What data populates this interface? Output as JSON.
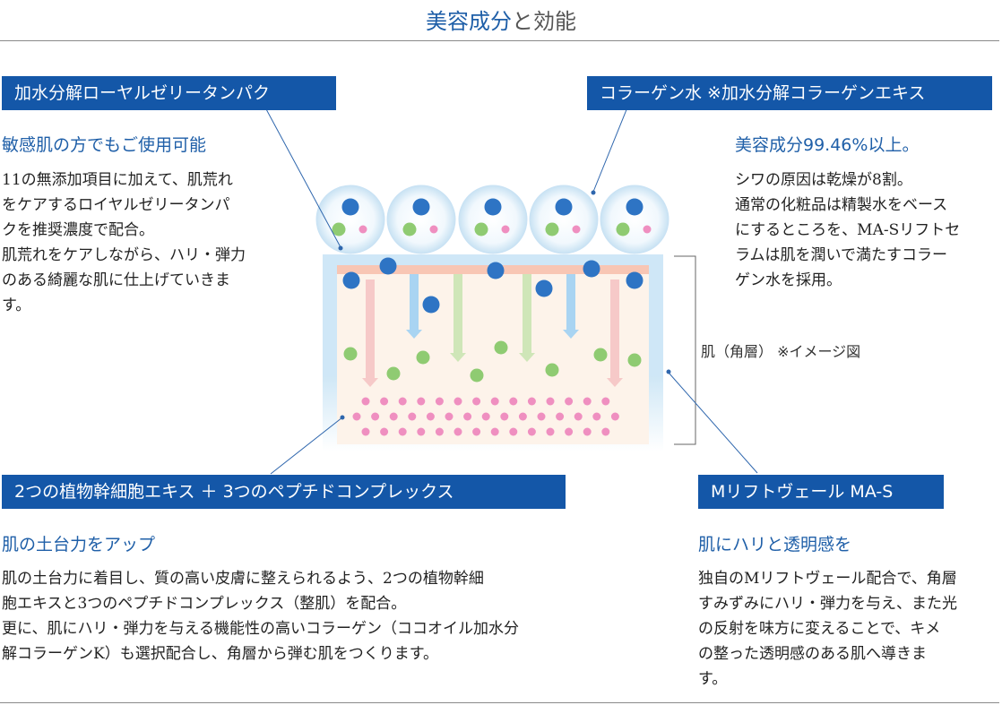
{
  "title": {
    "accent": "美容成分",
    "rest": "と効能"
  },
  "blocks": {
    "royal_jelly": {
      "tag": "加水分解ローヤルゼリータンパク",
      "heading": "敏感肌の方でもご使用可能",
      "lines": [
        "11の無添加項目に加えて、肌荒れ",
        "をケアするロイヤルゼリータンパ",
        "クを推奨濃度で配合。",
        "肌荒れをケアしながら、ハリ・弾力",
        "のある綺麗な肌に仕上げていきま",
        "す。"
      ]
    },
    "collagen_water": {
      "tag": "コラーゲン水 ※加水分解コラーゲンエキス",
      "heading": "美容成分99.46%以上。",
      "lines": [
        "シワの原因は乾燥が8割。",
        "通常の化粧品は精製水をベース",
        "にするところを、MA-Sリフトセ",
        "ラムは肌を潤いで満たすコラー",
        "ゲン水を採用。"
      ]
    },
    "stem_cell": {
      "tag": "2つの植物幹細胞エキス ＋ 3つのペプチドコンプレックス",
      "heading": "肌の土台力をアップ",
      "lines": [
        "肌の土台力に着目し、質の高い皮膚に整えられるよう、2つの植物幹細",
        "胞エキスと3つのペプチドコンプレックス（整肌）を配合。",
        "更に、肌にハリ・弾力を与える機能性の高いコラーゲン（ココオイル加水分",
        "解コラーゲンK）も選択配合し、角層から弾む肌をつくります。"
      ]
    },
    "lift_veil": {
      "tag": "Mリフトヴェール MA-S",
      "heading": "肌にハリと透明感を",
      "lines": [
        "独自のMリフトヴェール配合で、角層",
        "すみずみにハリ・弾力を与え、また光",
        "の反射を味方に変えることで、キメ",
        "の整った透明感のある肌へ導きま",
        "す。"
      ]
    }
  },
  "skin_label": "肌（角層） ※イメージ図",
  "colors": {
    "brand_blue": "#1457a8",
    "heading_blue": "#1f5fa8",
    "blue_ball": "#2e74c4",
    "green_ball": "#8fcb72",
    "pink_ball": "#ef8fc0"
  },
  "icons": [
    "ingredient-bubble-icon",
    "down-arrow-icon"
  ]
}
